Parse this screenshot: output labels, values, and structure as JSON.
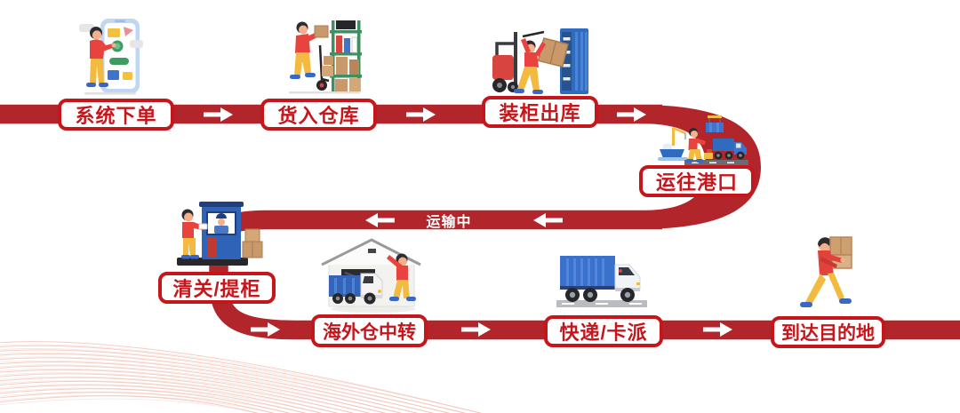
{
  "diagram": {
    "steps": [
      {
        "id": "system-order",
        "label": "系统下单"
      },
      {
        "id": "goods-in",
        "label": "货入仓库"
      },
      {
        "id": "container-out",
        "label": "装柜出库"
      },
      {
        "id": "to-port",
        "label": "运往港口"
      },
      {
        "id": "customs-pickup",
        "label": "清关/提柜"
      },
      {
        "id": "overseas-transfer",
        "label": "海外仓中转"
      },
      {
        "id": "express-truck",
        "label": "快递/卡派"
      },
      {
        "id": "destination",
        "label": "到达目的地"
      }
    ],
    "transit_label": "运输中",
    "illustrations": [
      "phone-order-illustration",
      "warehouse-shelf-illustration",
      "forklift-container-illustration",
      "port-crane-illustration",
      "customs-booth-illustration",
      "overseas-warehouse-illustration",
      "container-truck-illustration",
      "carrying-boxes-illustration"
    ],
    "colors": {
      "band_red": "#B2252B",
      "box_border_red": "#C5161C",
      "label_red": "#C5161C",
      "arrow_white": "#FFFFFF",
      "decor_salmon": "#E7A694"
    }
  }
}
